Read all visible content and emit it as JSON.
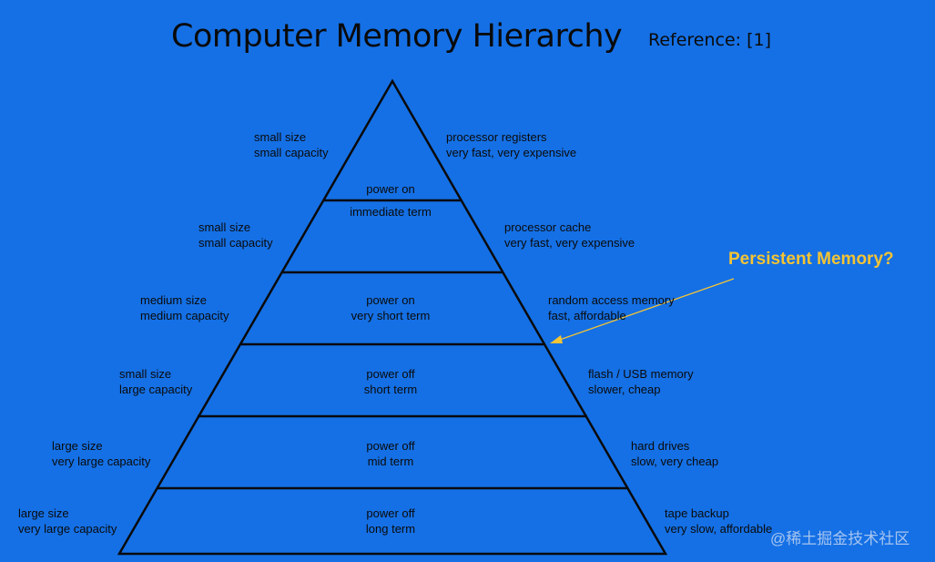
{
  "title": "Computer Memory Hierarchy",
  "reference": "Reference: [1]",
  "callout": "Persistent Memory?",
  "watermark": "@稀土掘金技术社区",
  "colors": {
    "background": "#1570e5",
    "line": "#0a0a0a",
    "callout": "#f4c434"
  },
  "tiers": [
    {
      "left": [
        "small size",
        "small capacity"
      ],
      "center": [
        "power on",
        ""
      ],
      "right": [
        "processor registers",
        "very fast, very expensive"
      ]
    },
    {
      "left": [
        "small size",
        "small capacity"
      ],
      "center": [
        "immediate term",
        ""
      ],
      "right": [
        "processor cache",
        "very fast, very expensive"
      ]
    },
    {
      "left": [
        "medium size",
        "medium capacity"
      ],
      "center": [
        "power on",
        "very short term"
      ],
      "right": [
        "random access memory",
        "fast, affordable"
      ]
    },
    {
      "left": [
        "small size",
        "large capacity"
      ],
      "center": [
        "power off",
        "short term"
      ],
      "right": [
        "flash / USB memory",
        "slower, cheap"
      ]
    },
    {
      "left": [
        "large size",
        "very large capacity"
      ],
      "center": [
        "power off",
        "mid term"
      ],
      "right": [
        "hard drives",
        "slow, very cheap"
      ]
    },
    {
      "left": [
        "large size",
        "very large capacity"
      ],
      "center": [
        "power off",
        "long term"
      ],
      "right": [
        "tape backup",
        "very slow, affordable"
      ]
    }
  ]
}
